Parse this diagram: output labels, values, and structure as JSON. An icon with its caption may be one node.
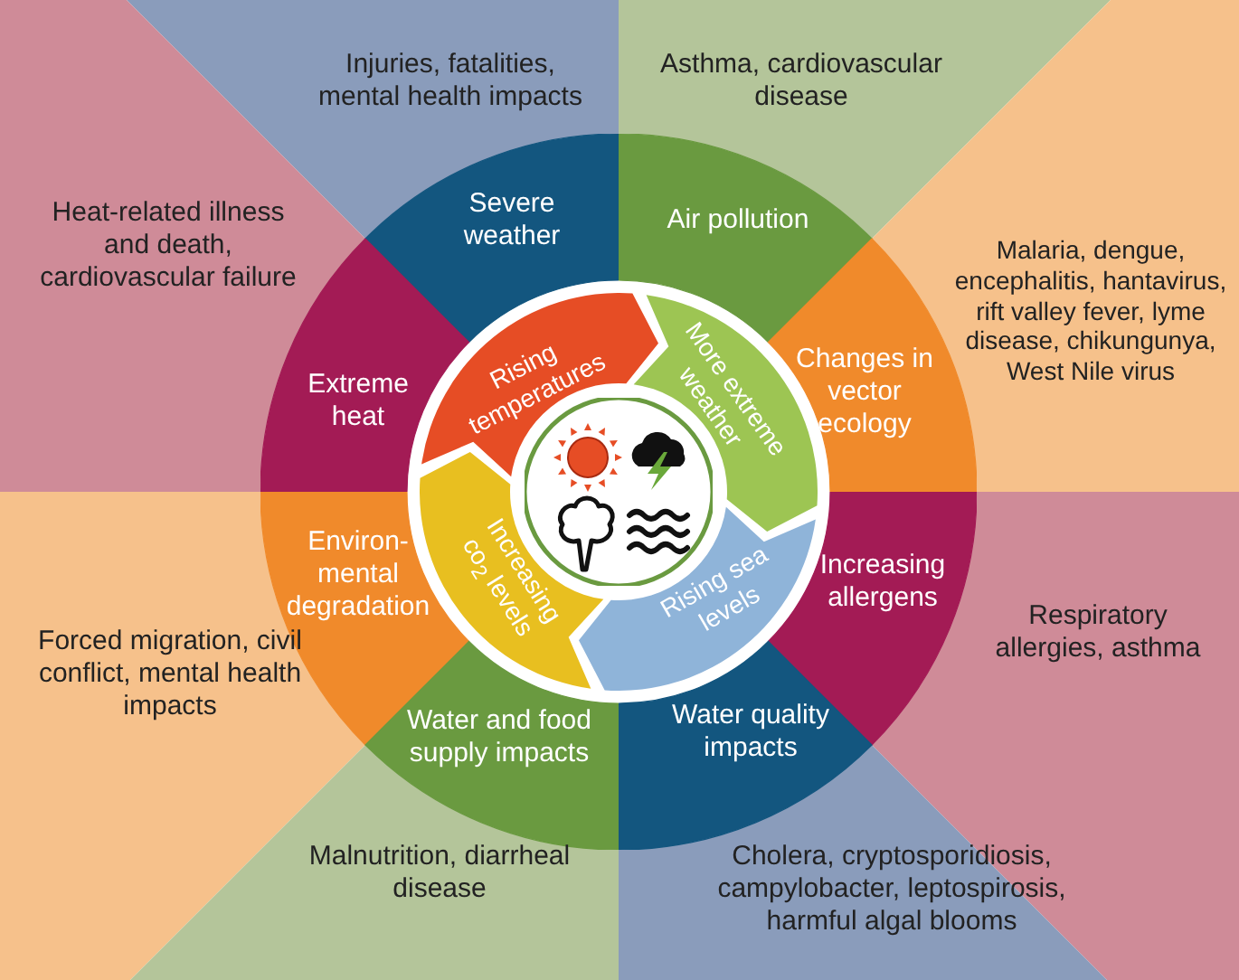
{
  "diagram": {
    "nodes": [
      {
        "text": [
          "Injuries, fatalities, mental health impacts"
        ]
      },
      {
        "text": [
          "Asthma, cardiovascular disease"
        ]
      },
      {
        "text": [
          "Severe weather"
        ]
      },
      {
        "text": [
          "Air pollution"
        ]
      },
      {
        "text": [
          "Heat-related illness and death, cardiovascular failure"
        ]
      },
      {
        "text": [
          "Malaria, dengue, encephalitis, hantavirus, rift valley fever, lyme disease, chikungunya, West Nile virus"
        ]
      },
      {
        "text": [
          "Extreme heat"
        ]
      },
      {
        "text": [
          "Changes in vector ecology"
        ]
      },
      {
        "text": [
          "Rising temperatures"
        ]
      },
      {
        "text": [
          "More extreme weather"
        ]
      },
      {
        "text": [],
        "shape": "circle"
      },
      {
        "text": [
          "Increasing co$_{2}$ levels"
        ]
      },
      {
        "text": [
          "Rising sea levels"
        ]
      },
      {
        "text": [
          "Environ- mental degradation"
        ]
      },
      {
        "text": [
          "Increasing allergens"
        ]
      },
      {
        "text": [
          "Respiratory allergies, asthma"
        ]
      },
      {
        "text": [
          "Forced migration, civil conflict, mental health impacts"
        ]
      },
      {
        "text": [
          "Water and food supply impacts"
        ]
      },
      {
        "text": [
          "Water quality impacts"
        ]
      },
      {
        "text": [
          "Malnutrition, diarrheal disease"
        ]
      },
      {
        "text": [
          "Cholera, cryptosporidiosis, campylobacter, leptospirosis, harmful algal blooms"
        ]
      }
    ]
  }
}
